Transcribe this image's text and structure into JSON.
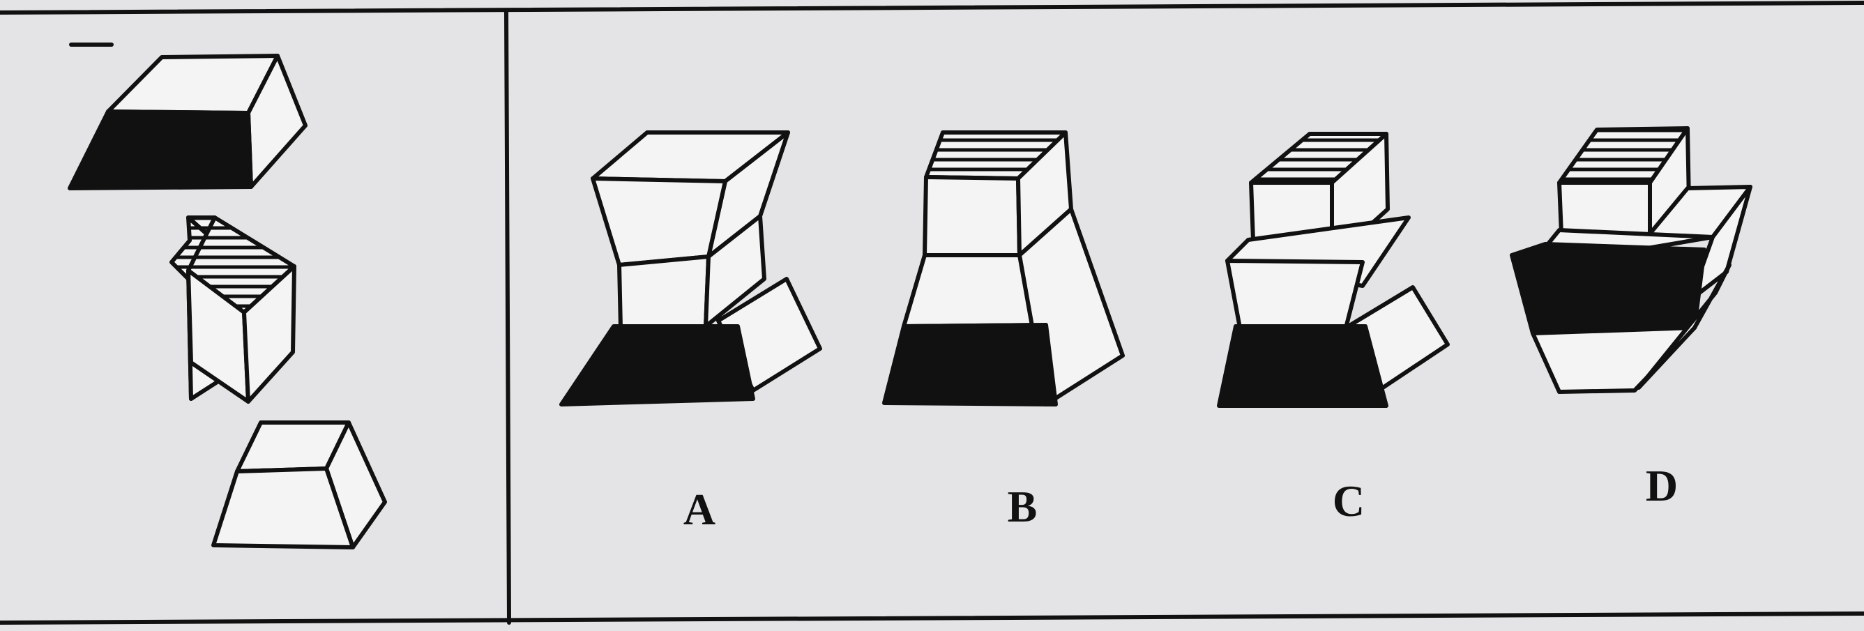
{
  "options": [
    {
      "label": "A"
    },
    {
      "label": "B"
    },
    {
      "label": "C"
    },
    {
      "label": "D"
    }
  ],
  "colors": {
    "paper": "#e4e4e6",
    "ink": "#111111",
    "face": "#f4f4f4"
  }
}
